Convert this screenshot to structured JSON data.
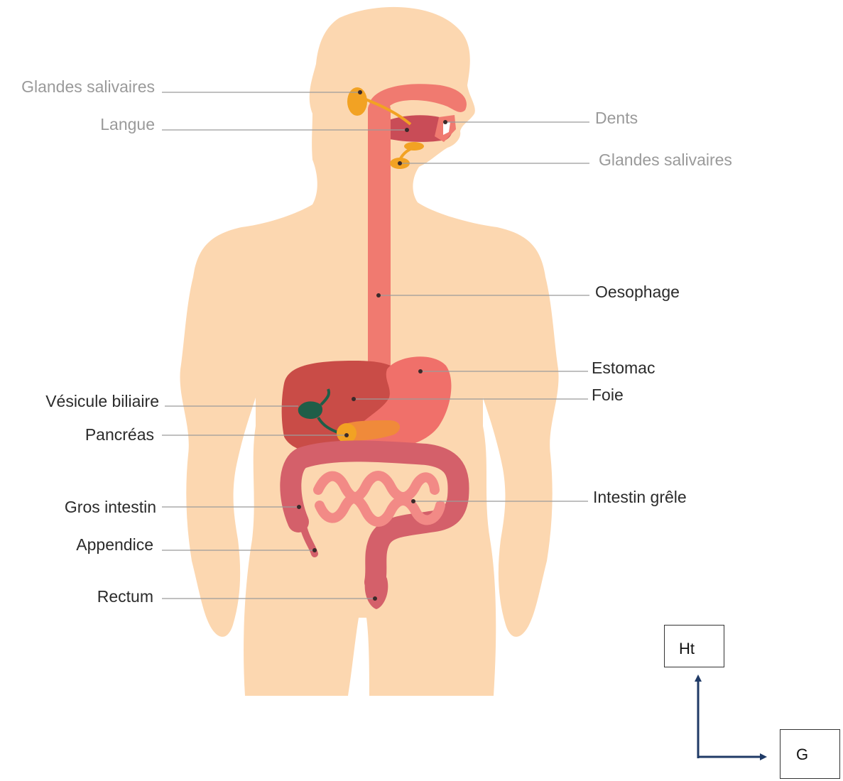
{
  "labels": {
    "glandes_salivaires_left": "Glandes salivaires",
    "langue": "Langue",
    "dents": "Dents",
    "glandes_salivaires_right": "Glandes salivaires",
    "oesophage": "Oesophage",
    "estomac": "Estomac",
    "foie": "Foie",
    "vesicule_biliaire": "Vésicule biliaire",
    "pancreas": "Pancréas",
    "gros_intestin": "Gros intestin",
    "intestin_grele": "Intestin grêle",
    "appendice": "Appendice",
    "rectum": "Rectum"
  },
  "orientation": {
    "up_label": "Ht",
    "right_label": "G"
  },
  "colors": {
    "skin": "#fcd7b0",
    "esophagus": "#f07a70",
    "liver": "#c94c47",
    "stomach": "#f0706a",
    "gallbladder": "#1f5e48",
    "pancreas": "#f08a3a",
    "gland": "#f2a223",
    "large_intestine": "#d4606a",
    "small_intestine": "#f28a86",
    "arrow": "#1f3a66"
  }
}
